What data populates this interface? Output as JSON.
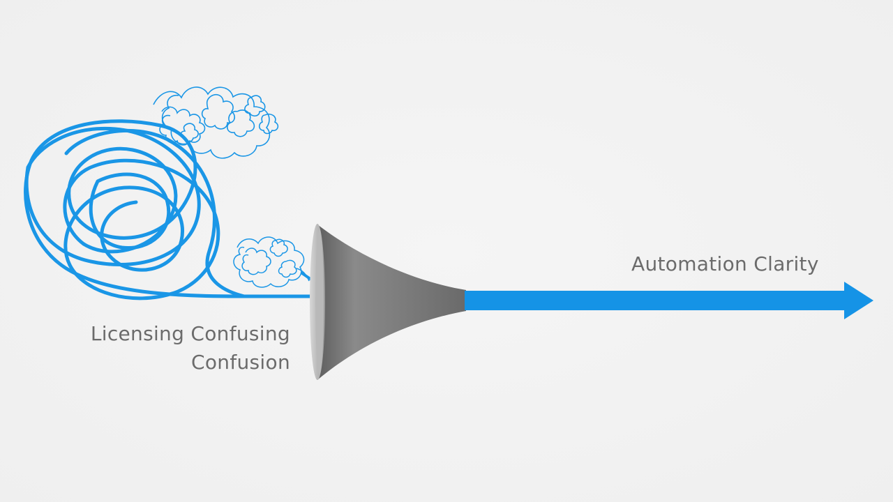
{
  "labels": {
    "input_line1": "Licensing Confusing",
    "input_line2": "Confusion",
    "output": "Automation Clarity"
  },
  "colors": {
    "background": "#f2f2f2",
    "tangle_blue": "#1a96e6",
    "arrow_blue": "#1593e6",
    "funnel_gray": "#7a7a7a",
    "text_gray": "#6b6b6b"
  },
  "icons": {
    "tangle": "tangled-thread-icon",
    "funnel": "funnel-icon",
    "arrow": "arrow-right-icon"
  }
}
